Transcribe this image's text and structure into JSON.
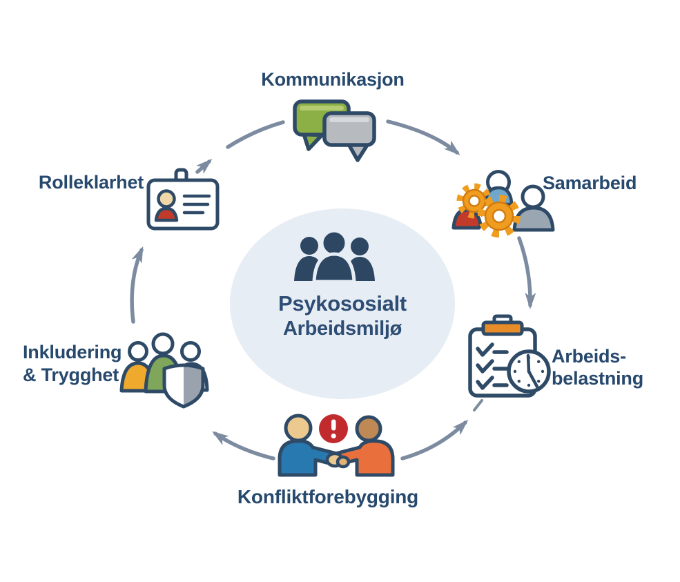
{
  "center": {
    "title_lines": [
      "Psykososialt",
      "Arbeidsmiljø"
    ],
    "icon": "team-group-icon"
  },
  "nodes": [
    {
      "id": "kommunikasjon",
      "lines": [
        "Kommunikasjon"
      ],
      "icon": "speech-bubbles-icon"
    },
    {
      "id": "samarbeid",
      "lines": [
        "Samarbeid"
      ],
      "icon": "people-gears-icon"
    },
    {
      "id": "arbeidsbelastning",
      "lines": [
        "Arbeids-",
        "belastning"
      ],
      "icon": "clipboard-clock-icon"
    },
    {
      "id": "konfliktforebygging",
      "lines": [
        "Konfliktforebygging"
      ],
      "icon": "handshake-alert-icon"
    },
    {
      "id": "inkludering-trygghet",
      "lines": [
        "Inkludering",
        "& Trygghet"
      ],
      "icon": "people-shield-icon"
    },
    {
      "id": "rolleklarhet",
      "lines": [
        "Rolleklarhet"
      ],
      "icon": "id-badge-icon"
    }
  ],
  "colors": {
    "outline": "#2e4a66",
    "text": "#27496d",
    "center_text": "#2d4d74",
    "arrow": "#7c8ba0",
    "center_circle": "#e7edf4",
    "center_icon": "#2d4763",
    "bubble_green": "#8cb046",
    "bubble_green_light": "#b4cb71",
    "bubble_gray": "#b7bbc0",
    "bubble_gray_light": "#d6d9dc",
    "gear_orange": "#f09c1e",
    "gear_rim": "#d07c12",
    "person_red": "#c23b2a",
    "person_blue": "#6fa8cc",
    "person_gray": "#9aa6b2",
    "person_orange": "#efa92d",
    "person_green": "#7fa65a",
    "shield_gray": "#9aa3ad",
    "skin_light": "#ecc98f",
    "skin_tan": "#f0d8a8",
    "skin_brown": "#bf8956",
    "hand_tan": "#dfb276",
    "shirt_blue": "#2779b0",
    "shirt_orange": "#e9703c",
    "alert_red": "#c12b2e",
    "clip_orange": "#e78c28"
  }
}
